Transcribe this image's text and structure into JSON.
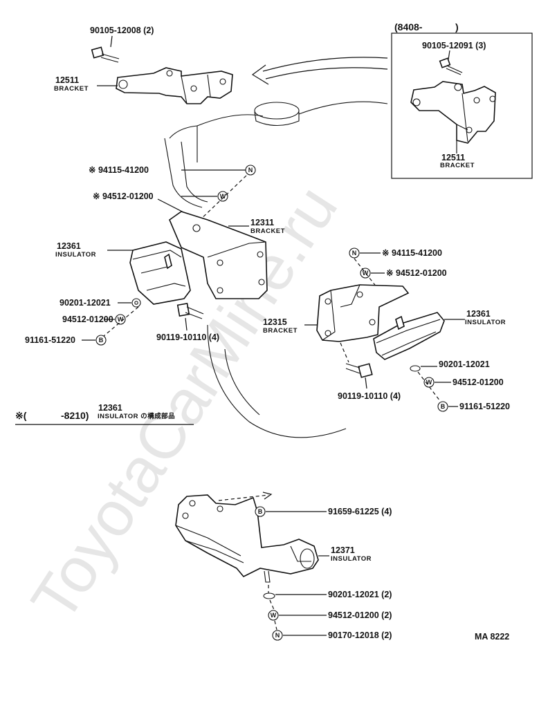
{
  "watermark": "ToyotaCarMine.ru",
  "inset": {
    "title_left": "(8408-",
    "title_right": ")",
    "bolt": "90105-12091 (3)",
    "bracket_no": "12511",
    "bracket_name": "BRACKET"
  },
  "top_bracket": {
    "bolt": "90105-12008 (2)",
    "bracket_no": "12511",
    "bracket_name": "BRACKET"
  },
  "left_mount": {
    "nut_ref": "※ 94115-41200",
    "washer_ref": "※ 94512-01200",
    "bracket_no": "12311",
    "bracket_name": "BRACKET",
    "insulator_no": "12361",
    "insulator_name": "INSULATOR",
    "plate_washer": "90201-12021",
    "spring_washer": "94512-01200",
    "bolt": "91161-51220",
    "bolt2": "90119-10110 (4)"
  },
  "note": {
    "prefix": "※(",
    "range": "-8210)",
    "part_no": "12361",
    "text": "INSULATOR の構成部品"
  },
  "right_mount": {
    "nut_ref": "※ 94115-41200",
    "washer_ref": "※ 94512-01200",
    "bracket_no": "12315",
    "bracket_name": "BRACKET",
    "insulator_no": "12361",
    "insulator_name": "INSULATOR",
    "plate_washer": "90201-12021",
    "spring_washer": "94512-01200",
    "bolt": "91161-51220",
    "bolt2": "90119-10110 (4)"
  },
  "rear_mount": {
    "bolt": "91659-61225 (4)",
    "insulator_no": "12371",
    "insulator_name": "INSULATOR",
    "plate_washer": "90201-12021 (2)",
    "spring_washer": "94512-01200 (2)",
    "nut": "90170-12018 (2)"
  },
  "symbols": {
    "nut": "N",
    "washer": "W",
    "bolt": "B"
  },
  "diagram_code": "MA 8222"
}
